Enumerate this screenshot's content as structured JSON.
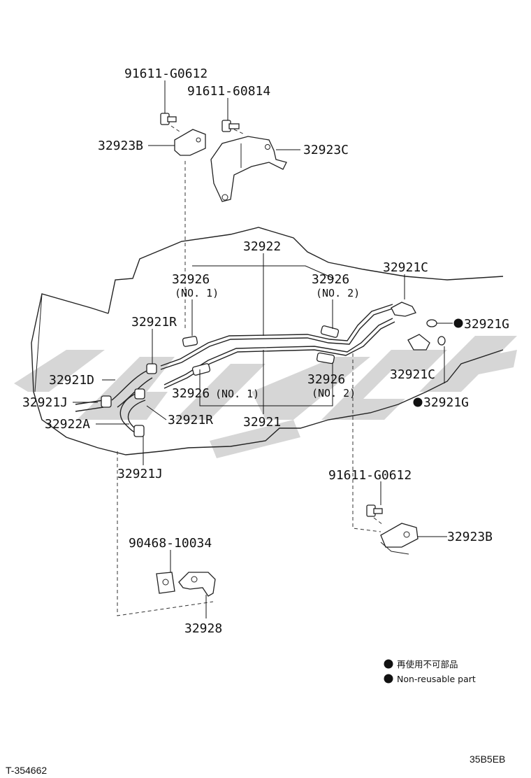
{
  "labels": {
    "bolt_top_left": "91611-G0612",
    "bolt_top_right": "91611-60814",
    "bracket_b_top": "32923B",
    "bracket_c_top": "32923C",
    "tube_upper": "32922",
    "clamp_no1_upper": "32926",
    "clamp_no1_upper_sub": "(NO. 1)",
    "clamp_no2_upper": "32926",
    "clamp_no2_upper_sub": "(NO. 2)",
    "union_c_upper": "32921C",
    "gasket_g_upper": "32921G",
    "hose_clamp_r_upper": "32921R",
    "hose_d": "32921D",
    "clip_j_left": "32921J",
    "hose_a": "32922A",
    "clamp_no1_lower": "32926",
    "clamp_no1_lower_sub": "(NO. 1)",
    "clamp_no2_lower": "32926",
    "clamp_no2_lower_sub": "(NO. 2)",
    "union_c_lower": "32921C",
    "gasket_g_lower": "32921G",
    "hose_clamp_r_lower": "32921R",
    "tube_lower": "32921",
    "clip_j_bottom": "32921J",
    "bolt_bottom": "91611-G0612",
    "bracket_b_bottom": "32923B",
    "nut": "90468-10034",
    "clamp_bracket": "32928"
  },
  "legend": {
    "japanese": "再使用不可部品",
    "english": "Non-reusable part"
  },
  "footer": {
    "illustration_id": "T-354662",
    "code": "35B5EB"
  },
  "colors": {
    "watermark": "#d6d6d6",
    "line": "#222222",
    "legend_dot": "#111111"
  }
}
